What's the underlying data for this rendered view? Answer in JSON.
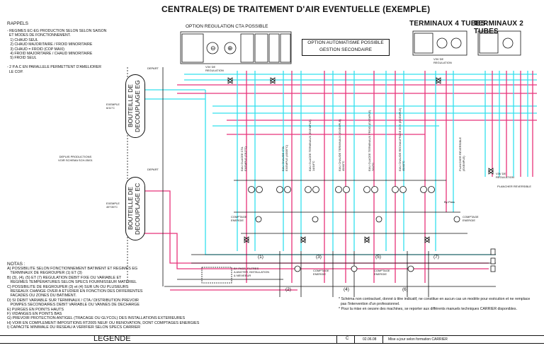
{
  "title": "CENTRALE(S) DE TRAITEMENT D'AIR EVENTUELLE (EXEMPLE)",
  "subtitle_cta": "OPTION REGULATION CTA POSSIBLE",
  "terminals_4": "TERMINAUX 4 TUBES",
  "terminals_2": "TERMINAUX 2 TUBES",
  "automation": {
    "line1": "OPTION AUTOMATISME POSSIBLE",
    "line2": "GESTION SECONDAIRE"
  },
  "rappels": {
    "heading": "RAPPELS",
    "lines": [
      "- REGIMES EC-EG PRODUCTION SELON SELON SAISON",
      "  ET MODES DE FONCTIONNEMENT.",
      "   1) CHAUD SEUL",
      "   2) CHAUD MAJORITAIRE / FROID MINORITAIRE",
      "   3) CHAUD = FROID (COP MAXI)",
      "   4) FROID MAJORITAIRE / CHAUD MINORITAIRE",
      "   5) FROID SEUL",
      "",
      "- 2 P.A.C EN PARALLELE PERMETTENT D'AMELIORER",
      "  LE COP."
    ]
  },
  "bottles": {
    "top": {
      "line1": "BOUTEILLE DE",
      "line2": "DECOUPLAGE EG",
      "example": "EXEMPLE\n6/11°C"
    },
    "bottom": {
      "line1": "BOUTEILLE DE",
      "line2": "DECOUPLAGE EC",
      "example": "EXEMPLE\n45°/35°C"
    }
  },
  "production_label": "DEPUIS PRODUCTIONS\nVOIR SCHEMA SCH-05/01",
  "labels": {
    "depart": "DEPART",
    "vdv": "V3V DE\nREGULATION",
    "comptage_energie": "COMPTAGE\nENERGIE",
    "plancher": "PLANCHER REVERSIBLE",
    "bypass": "By-Pass",
    "filter_box": "BY PASS, FILTRES\nA ANOTER, INSTALLATION\n& NEIVEEUR"
  },
  "circuit_labels": [
    "EAU GLACEE CTA\nEXEMPLE (7/12°C)",
    "EAU CHAUDE CTA\nEXEMPLE (45/35°C)",
    "EAU GLACEE TERMINAUX (EXEMPLE)\n14/18°C",
    "EAU CHAUDE TERMINAUX (EXEMPLE)\n45/40°C",
    "EAU GLACEE TERMINAUX FROID (EXEMPLE)\n7/12°C",
    "EAU CHAUDE RECHAUFFAGE ECS (EXEMPLE)\n45/40°C",
    "PLANCHER REVERSIBLE\n(EXEMPLE)"
  ],
  "circuit_numbers": [
    "(1)",
    "(2)",
    "(3)",
    "(4)",
    "(5)",
    "(6)",
    "(7)"
  ],
  "notes": {
    "heading": "NOTAS :",
    "lines": [
      "A) POSSIBILITE SELON FONCTIONNEMENT BATIMENT ET REGIMES EG",
      "   TERMINAUX DE REGROUPER (1) ET (3)",
      "B) (3), (4), (5) ET (7) REGULATION DEBIT FIXE OU VARIABLE ET",
      "   REGIMES TEMPERATURES SELON SPECS FOURNISSEUR MATERIEL",
      "C) POSSIBILITE DE REGROUPER (3) et (4) SUR UN OU PLUSIEURS",
      "   RESEAUX CHANGE OVER A ETUDIER EN FONCTION DES DIFFERENTES",
      "   FACADES OU ZONES DU BATIMENT.",
      "D) SI DEBIT VARIABLE SUR TERMINAUX / CTA / DISTRIBUTION PREVOIR",
      "   POMPES SECONDAIRES DEBIT VARIABLE OU VANNES DE DECHARGE",
      "E) PURGES EN POINTS HAUTS",
      "F) VIDANGES EN POINTS BAS",
      "G) PREVOIR PROTECTION ANTIGEL (TRACAGE OU GLYCOL) DES INSTALLATIONS EXTERIEURES",
      "H) VOIR EN COMPLEMENT IMPOSITIONS RT2005 NEUF OU RENOVATION, DONT COMPTAGES ENERGIES",
      "I) CAPACITE MINIMALE DU RESEAU A VERIFIER SELON SPECS CARRIER"
    ]
  },
  "footnotes": [
    "* Schéma non contractuel, donné à titre indicatif, ne constitue en aucun cas un modèle pour exécution et ne remplace",
    "  pas l'intervention d'un professionnel.",
    "* Pour la mise en oeuvre des machines, se reporter aux différents manuels techniques CARRIER disponibles."
  ],
  "legend": {
    "label": "LEGENDE",
    "rev": "C",
    "date": "02.06.08",
    "desc": "Mise a jour selon formation CARRIER"
  },
  "colors": {
    "cold": "#33e0ee",
    "hot": "#e8337a",
    "line": "#111111"
  }
}
